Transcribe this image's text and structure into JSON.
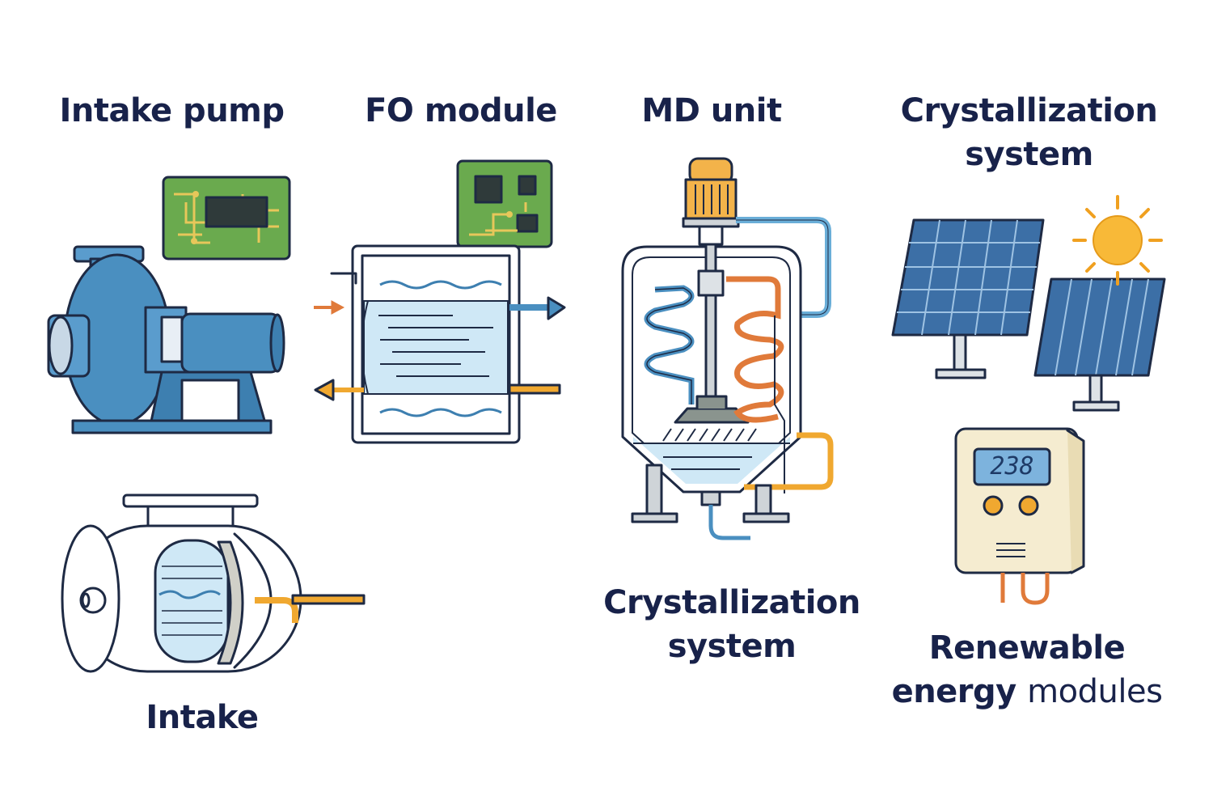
{
  "labels": {
    "intake_pump": "Intake pump",
    "fo_module": "FO module",
    "md_unit": "MD unit",
    "crystallization_top_l1": "Crystallization",
    "crystallization_top_l2": "system",
    "intake": "Intake",
    "crystallization_mid_l1": "Crystallization",
    "crystallization_mid_l2": "system",
    "renewable_l1": "Renewable",
    "renewable_l2a": "energy",
    "renewable_l2b": "modules"
  },
  "controller_display": "238",
  "colors": {
    "text": "#18224a",
    "pump_blue": "#4a8fc0",
    "pcb_green": "#5aa04a",
    "water_light": "#cfe8f6",
    "heater_orange": "#e07a3a",
    "pipe_yellow": "#f0a830",
    "motor_yellow": "#f3b34a",
    "solar_blue": "#3c6fa6",
    "sun_yellow": "#f8b938",
    "controller_body": "#f5ecd0"
  },
  "icons": [
    "centrifugal-pump-icon",
    "circuit-board-icon",
    "fo-membrane-icon",
    "cylinder-intake-icon",
    "crystallizer-tank-icon",
    "solar-panel-icon",
    "sun-icon",
    "controller-box-icon"
  ]
}
